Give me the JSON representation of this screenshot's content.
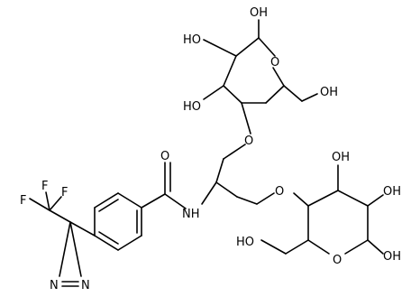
{
  "molecule": {
    "atom_labels": {
      "ho_top_left": "HO",
      "oh_top_right": "OH",
      "ring1_oxygen": "O",
      "ho_mid_left": "HO",
      "oh_ch2_right": "OH",
      "ether_oxygen_top": "O",
      "carbonyl_oxygen": "O",
      "f_top_left": "F",
      "f_top_right": "F",
      "f_left": "F",
      "nh": "NH",
      "ether_oxygen_mid": "O",
      "oh_ring2_top": "OH",
      "oh_ring2_right": "OH",
      "ho_bottom_left": "HO",
      "ring2_oxygen": "O",
      "oh_bottom_right": "OH",
      "diazirine_n_left": "N",
      "diazirine_n_right": "N"
    }
  }
}
